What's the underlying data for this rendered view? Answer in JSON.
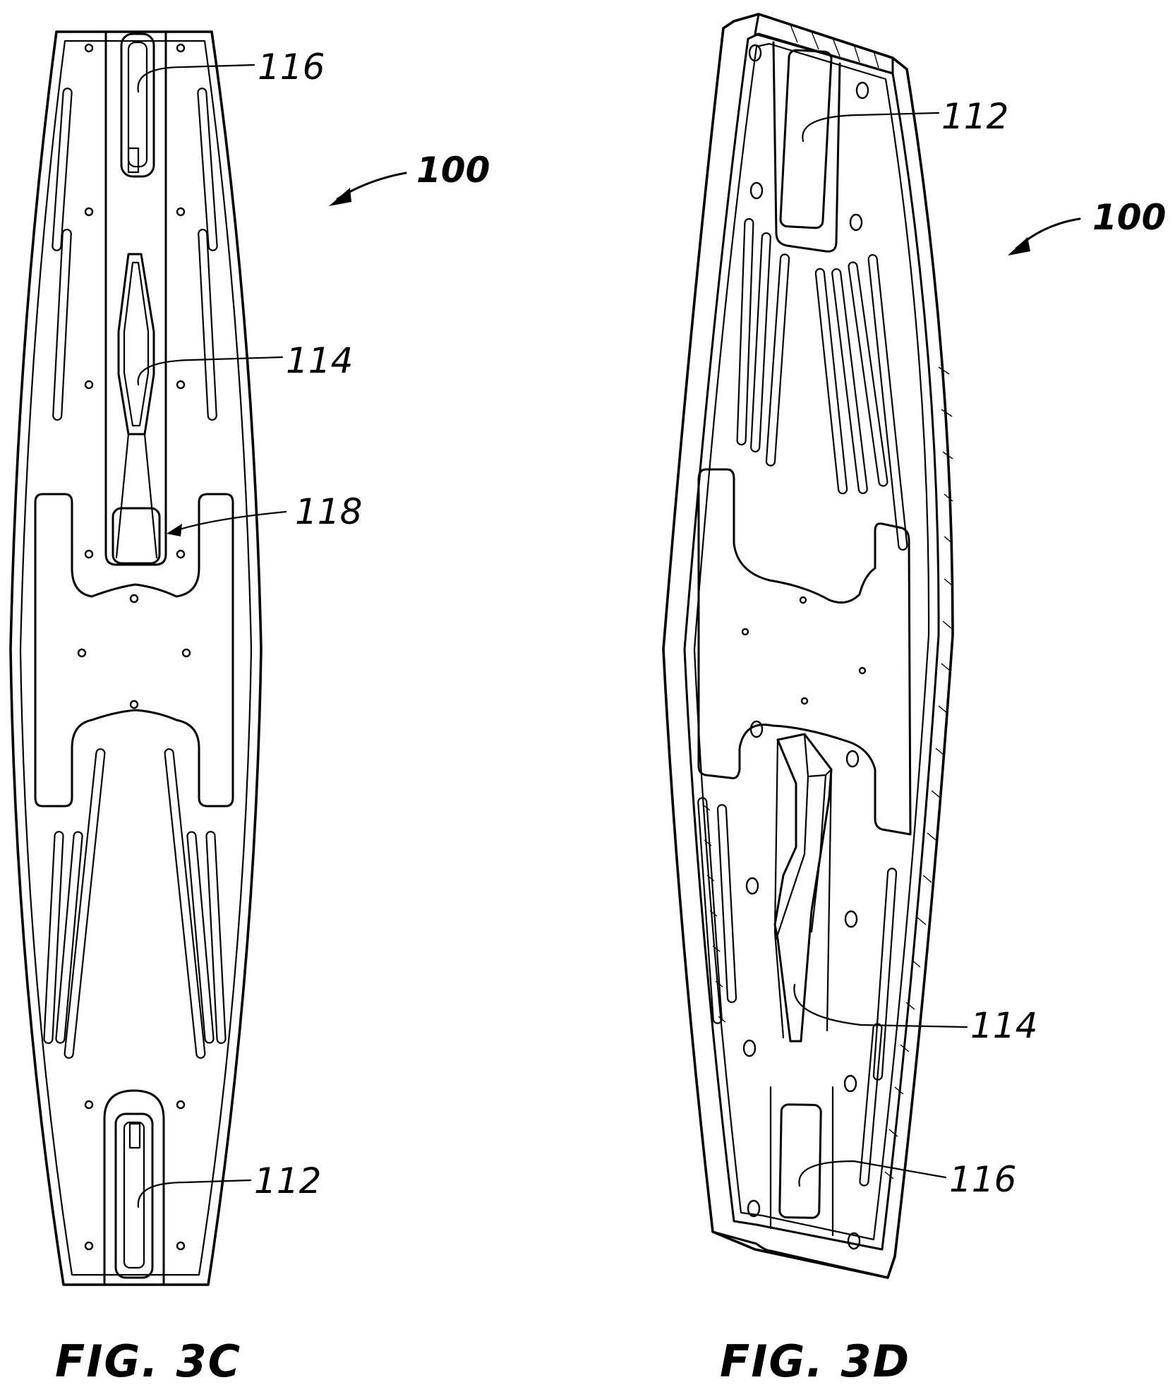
{
  "figures": [
    {
      "caption": "FIG. 3C",
      "view": "top plan view",
      "labels": {
        "assembly": "100",
        "upper_slot": "116",
        "center_channel": "114",
        "channel_end": "118",
        "lower_slot": "112"
      }
    },
    {
      "caption": "FIG. 3D",
      "view": "perspective view",
      "labels": {
        "assembly": "100",
        "upper_slot": "112",
        "center_channel": "114",
        "lower_slot": "116"
      }
    }
  ],
  "colors": {
    "line": "#000000",
    "background": "#ffffff"
  }
}
